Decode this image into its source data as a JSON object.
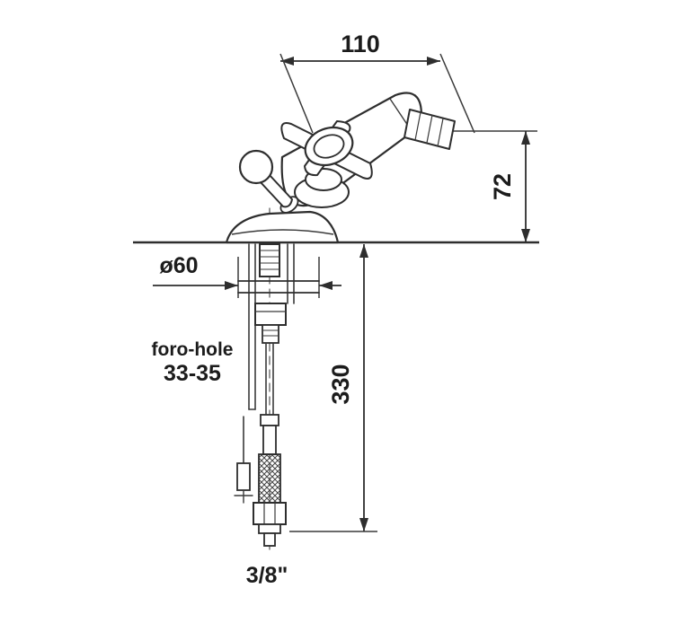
{
  "page": {
    "background_color": "#ffffff",
    "line_color": "#2e2e2e"
  },
  "diagram": {
    "type": "technical-drawing",
    "subject": "bidet faucet installation dimensions",
    "labels": {
      "top_width": "110",
      "spout_height": "72",
      "base_diameter": "ø60",
      "hole_line1": "foro-hole",
      "hole_line2": "33-35",
      "below_depth": "330",
      "connection_size": "3/8\""
    }
  }
}
